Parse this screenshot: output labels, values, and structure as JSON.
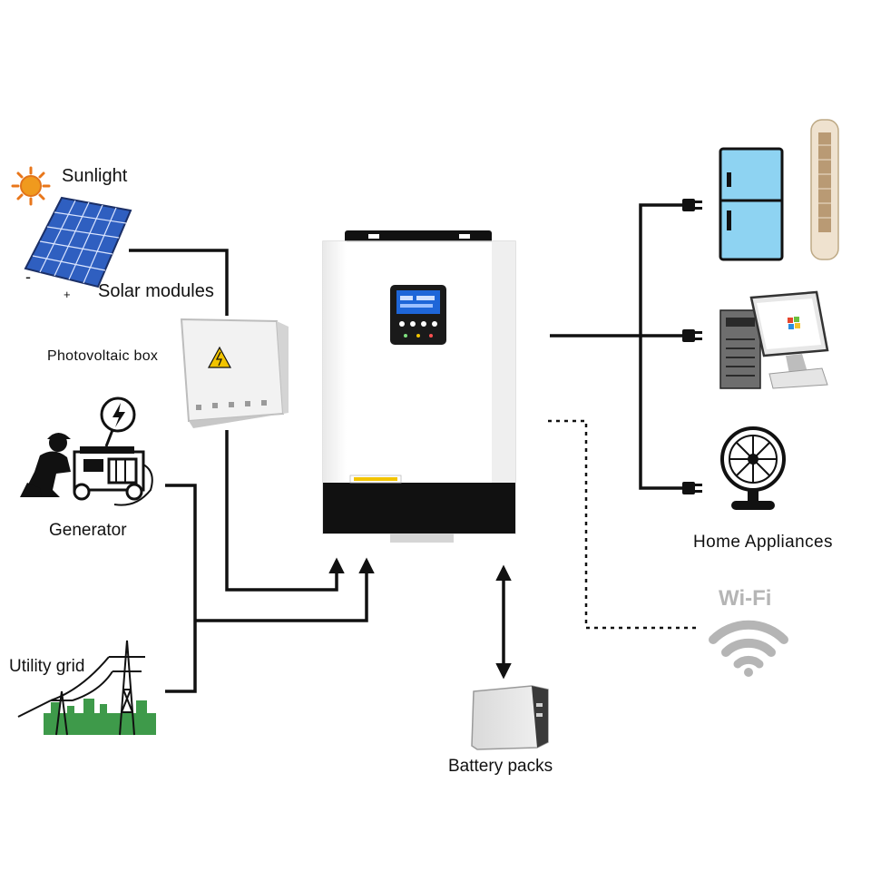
{
  "labels": {
    "sunlight": "Sunlight",
    "solar_modules": "Solar modules",
    "pv_box": "Photovoltaic box",
    "generator": "Generator",
    "utility_grid": "Utility grid",
    "battery_packs": "Battery packs",
    "home_appliances": "Home Appliances",
    "wifi": "Wi-Fi"
  },
  "panel_polarity": {
    "negative": "-",
    "positive": "+"
  },
  "colors": {
    "wire": "#111111",
    "wifi": "#b5b5b5",
    "inverter_body": "#ffffff",
    "inverter_trim": "#111111",
    "lcd": "#1e66d8",
    "fridge": "#8ed3f2",
    "solar_cell": "#2f5fc0",
    "sun": "#f09a1e",
    "grid_ground": "#3e9a4a"
  }
}
